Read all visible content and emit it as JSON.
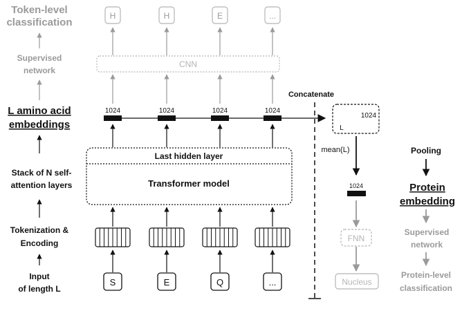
{
  "left_labels": {
    "token_level_1": "Token-level",
    "token_level_2": "classification",
    "supervised_1": "Supervised",
    "supervised_2": "network",
    "embeddings_1": "L amino acid",
    "embeddings_2": "embeddings",
    "stack_1": "Stack of N self-",
    "stack_2": "attention layers",
    "tokenization_1": "Tokenization &",
    "tokenization_2": "Encoding",
    "input_1": "Input",
    "input_2": "of length L"
  },
  "tokens": [
    "S",
    "E",
    "Q",
    "..."
  ],
  "predictions": [
    "H",
    "H",
    "E",
    "..."
  ],
  "cnn_label": "CNN",
  "embedding_dim": "1024",
  "transformer": {
    "last_hidden_label": "Last hidden layer",
    "model_label": "Transformer model"
  },
  "right": {
    "concatenate": "Concatenate",
    "matrix_dim": "1024",
    "matrix_rows": "L",
    "mean_label": "mean(L)",
    "pooled_dim": "1024",
    "fnn_label": "FNN",
    "nucleus_label": "Nucleus"
  },
  "right_labels": {
    "pooling": "Pooling",
    "protein_1": "Protein",
    "protein_2": "embedding",
    "supervised_1": "Supervised",
    "supervised_2": "network",
    "protein_level_1": "Protein-level",
    "protein_level_2": "classification"
  },
  "colors": {
    "dark": "#111111",
    "gray": "#9a9a9a",
    "light_gray": "#b5b5b5"
  }
}
